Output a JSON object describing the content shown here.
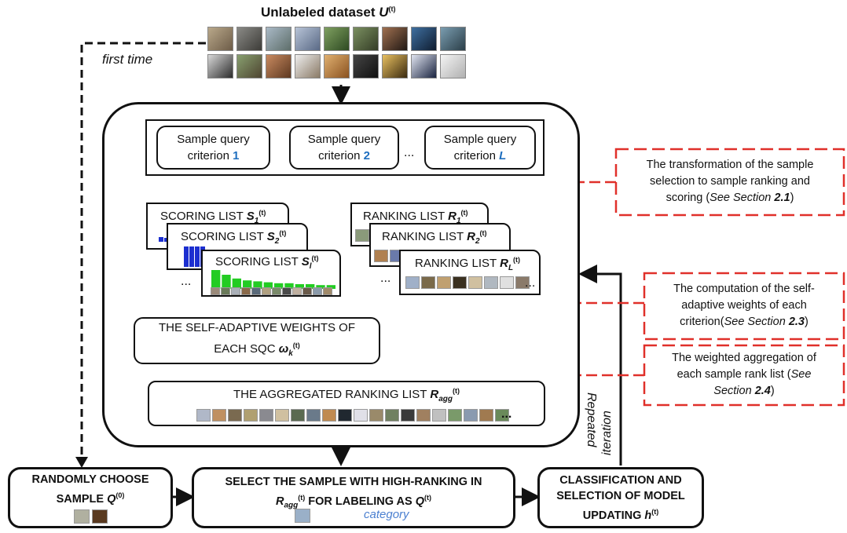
{
  "dataset": {
    "title_prefix": "Unlabeled dataset ",
    "title_var": "U",
    "title_sup": "(t)"
  },
  "first_time": "first time",
  "criteria": {
    "c1": {
      "line1": "Sample query",
      "line2a": "criterion ",
      "idx": "1"
    },
    "c2": {
      "line1": "Sample query",
      "line2a": "criterion ",
      "idx": "2"
    },
    "cL": {
      "line1": "Sample query",
      "line2a": "criterion ",
      "idx": "L"
    },
    "ellipsis": "..."
  },
  "scoring": {
    "prefix": "SCORING LIST ",
    "s1": {
      "var": "S",
      "sub": "1",
      "sup": "(t)"
    },
    "s2": {
      "var": "S",
      "sub": "2",
      "sup": "(t)"
    },
    "sl": {
      "var": "S",
      "sub": "l",
      "sup": "(t)"
    },
    "ellipsis": "..."
  },
  "ranking": {
    "prefix": "RANKING LIST ",
    "r1": {
      "var": "R",
      "sub": "1",
      "sup": "(t)"
    },
    "r2": {
      "var": "R",
      "sub": "2",
      "sup": "(t)"
    },
    "rL": {
      "var": "R",
      "sub": "L",
      "sup": "(t)"
    },
    "ellipsis_left": "...",
    "ellipsis_right": "..."
  },
  "weights": {
    "line1": "THE SELF-ADAPTIVE WEIGHTS OF",
    "line2": "EACH SQC ",
    "var": "ω",
    "sub": "k",
    "sup": "(t)"
  },
  "aggregated": {
    "text": "THE AGGREGATED  RANKING LIST ",
    "var": "R",
    "sub": "agg",
    "sup": "(t)",
    "ellipsis": "..."
  },
  "notes": {
    "n1": {
      "l1": "The transformation of the sample",
      "l2": "selection to sample ranking and",
      "l3a": "scoring (",
      "l3i": "See Section ",
      "l3b": "2.1",
      "l3c": ")"
    },
    "n2": {
      "l1": "The computation of the self-",
      "l2": "adaptive weights of each",
      "l3a": "criterion(",
      "l3i": "See Section ",
      "l3b": "2.3",
      "l3c": ")"
    },
    "n3": {
      "l1": "The weighted aggregation of",
      "l2a": "each sample rank list (",
      "l2i": "See",
      "l3i": "Section ",
      "l3b": "2.4",
      "l3c": ")"
    }
  },
  "repeated": {
    "l1": "Repeated",
    "l2": "iteration"
  },
  "bottom": {
    "random": {
      "l1": "RANDOMLY CHOOSE",
      "l2": "SAMPLE ",
      "var": "Q",
      "sup": "(0)"
    },
    "select": {
      "l1": "SELECT THE SAMPLE WITH HIGH-RANKING IN",
      "var": "R",
      "sub": "agg",
      "sup": "(t)",
      "l2": " FOR LABELING AS ",
      "var2": "Q",
      "sup2": "(t)",
      "category": "category"
    },
    "classify": {
      "l1": "CLASSIFICATION AND",
      "l2": "SELECTION OF MODEL",
      "l3": "UPDATING ",
      "var": "h",
      "sup": "(t)"
    }
  },
  "colors": {
    "red_dash": "#e0302a",
    "blue_text": "#1f6fbf",
    "bar_red": "#d42020",
    "bar_blue": "#1c2fd0",
    "bar_green": "#22cc22"
  },
  "chart_data": [
    {
      "type": "bar",
      "title": "SCORING LIST S_l^(t)",
      "values": [
        20,
        15,
        11,
        9,
        8,
        7,
        6,
        6,
        5,
        5,
        4,
        4
      ]
    }
  ]
}
